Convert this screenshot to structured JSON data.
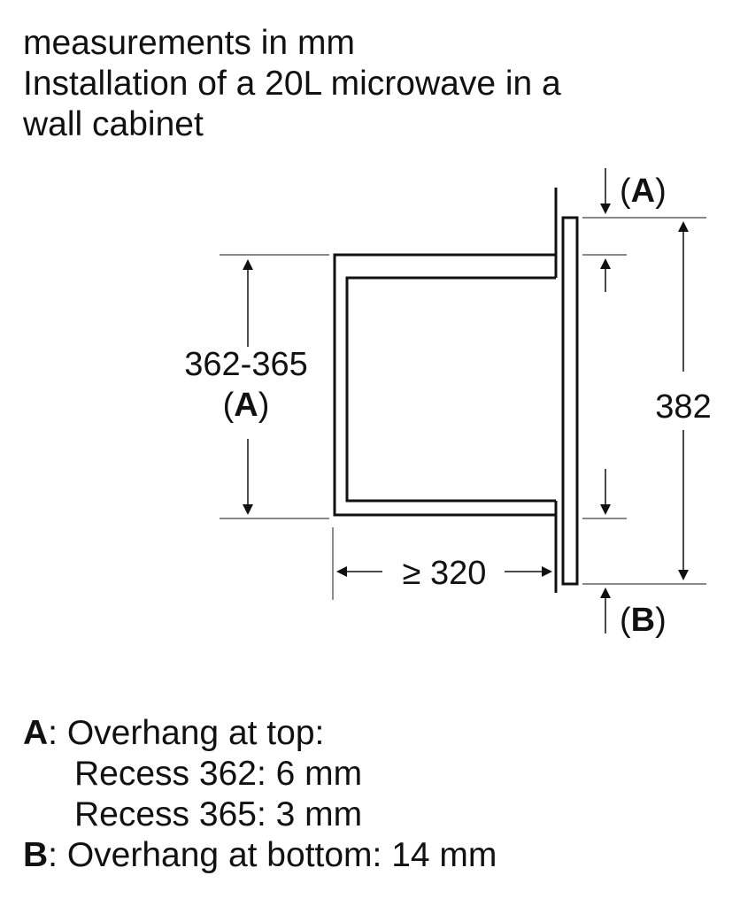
{
  "title": {
    "line1": "measurements in mm",
    "line2": "Installation of a 20L microwave in a",
    "line3": "wall cabinet"
  },
  "diagram": {
    "left_dimension": {
      "value": "362-365",
      "ref_open": "(",
      "ref_key": "A",
      "ref_close": ")"
    },
    "right_dimension": {
      "value": "382"
    },
    "depth_dimension": {
      "value": "≥ 320"
    },
    "top_marker": {
      "open": "(",
      "key": "A",
      "close": ")"
    },
    "bottom_marker": {
      "open": "(",
      "key": "B",
      "close": ")"
    },
    "line_color": "#111111"
  },
  "legend": {
    "a_key": "A",
    "a_text": ": Overhang at top:",
    "a_line2": "Recess 362: 6 mm",
    "a_line3": "Recess 365: 3 mm",
    "b_key": "B",
    "b_text": ": Overhang at bottom: 14 mm"
  }
}
